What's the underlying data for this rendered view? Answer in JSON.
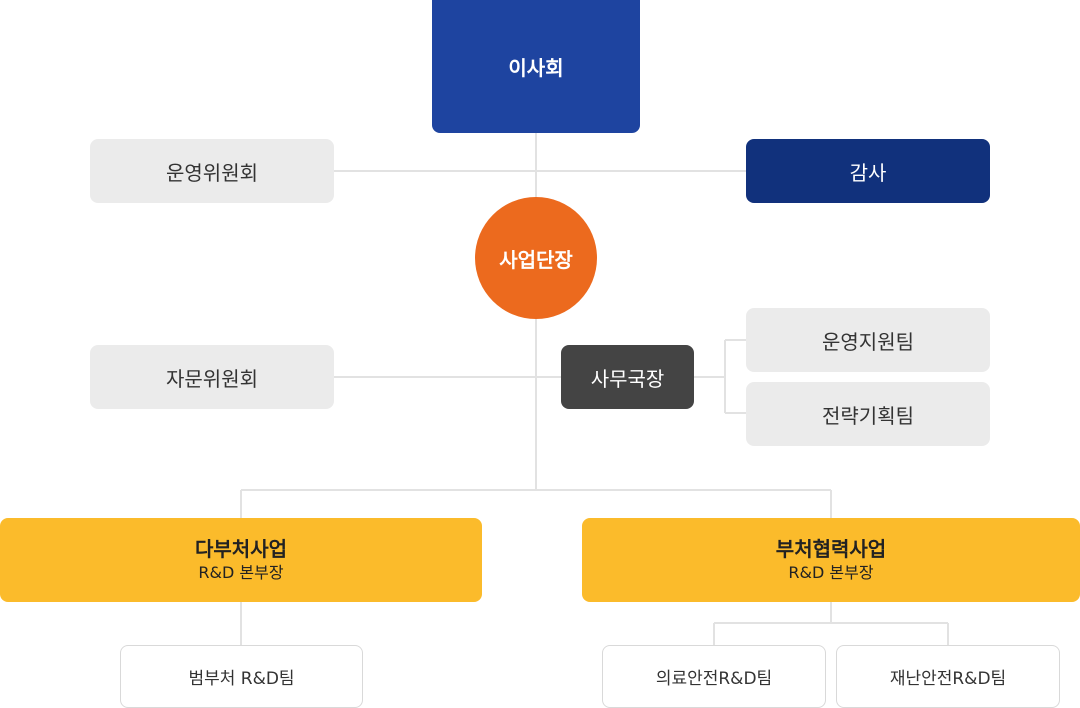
{
  "board": "이사회",
  "operating_committee": "운영위원회",
  "audit": "감사",
  "director": "사업단장",
  "advisory_committee": "자문위원회",
  "secretary_general": "사무국장",
  "teams": {
    "operation_support": "운영지원팀",
    "strategy_planning": "전략기획팀"
  },
  "divisions": {
    "multi_ministry": {
      "title": "다부처사업",
      "subtitle": "R&D 본부장"
    },
    "inter_ministry": {
      "title": "부처협력사업",
      "subtitle": "R&D 본부장"
    }
  },
  "rd_teams": {
    "justice": "범부처 R&D팀",
    "medical_safety": "의료안전R&D팀",
    "disaster_safety": "재난안전R&D팀"
  },
  "colors": {
    "board": "#1e44a0",
    "audit": "#11317c",
    "director": "#ec6a1e",
    "secretary": "#444444",
    "division": "#fbbb2b",
    "committee": "#ebebeb",
    "connector": "#e2e2e2"
  }
}
